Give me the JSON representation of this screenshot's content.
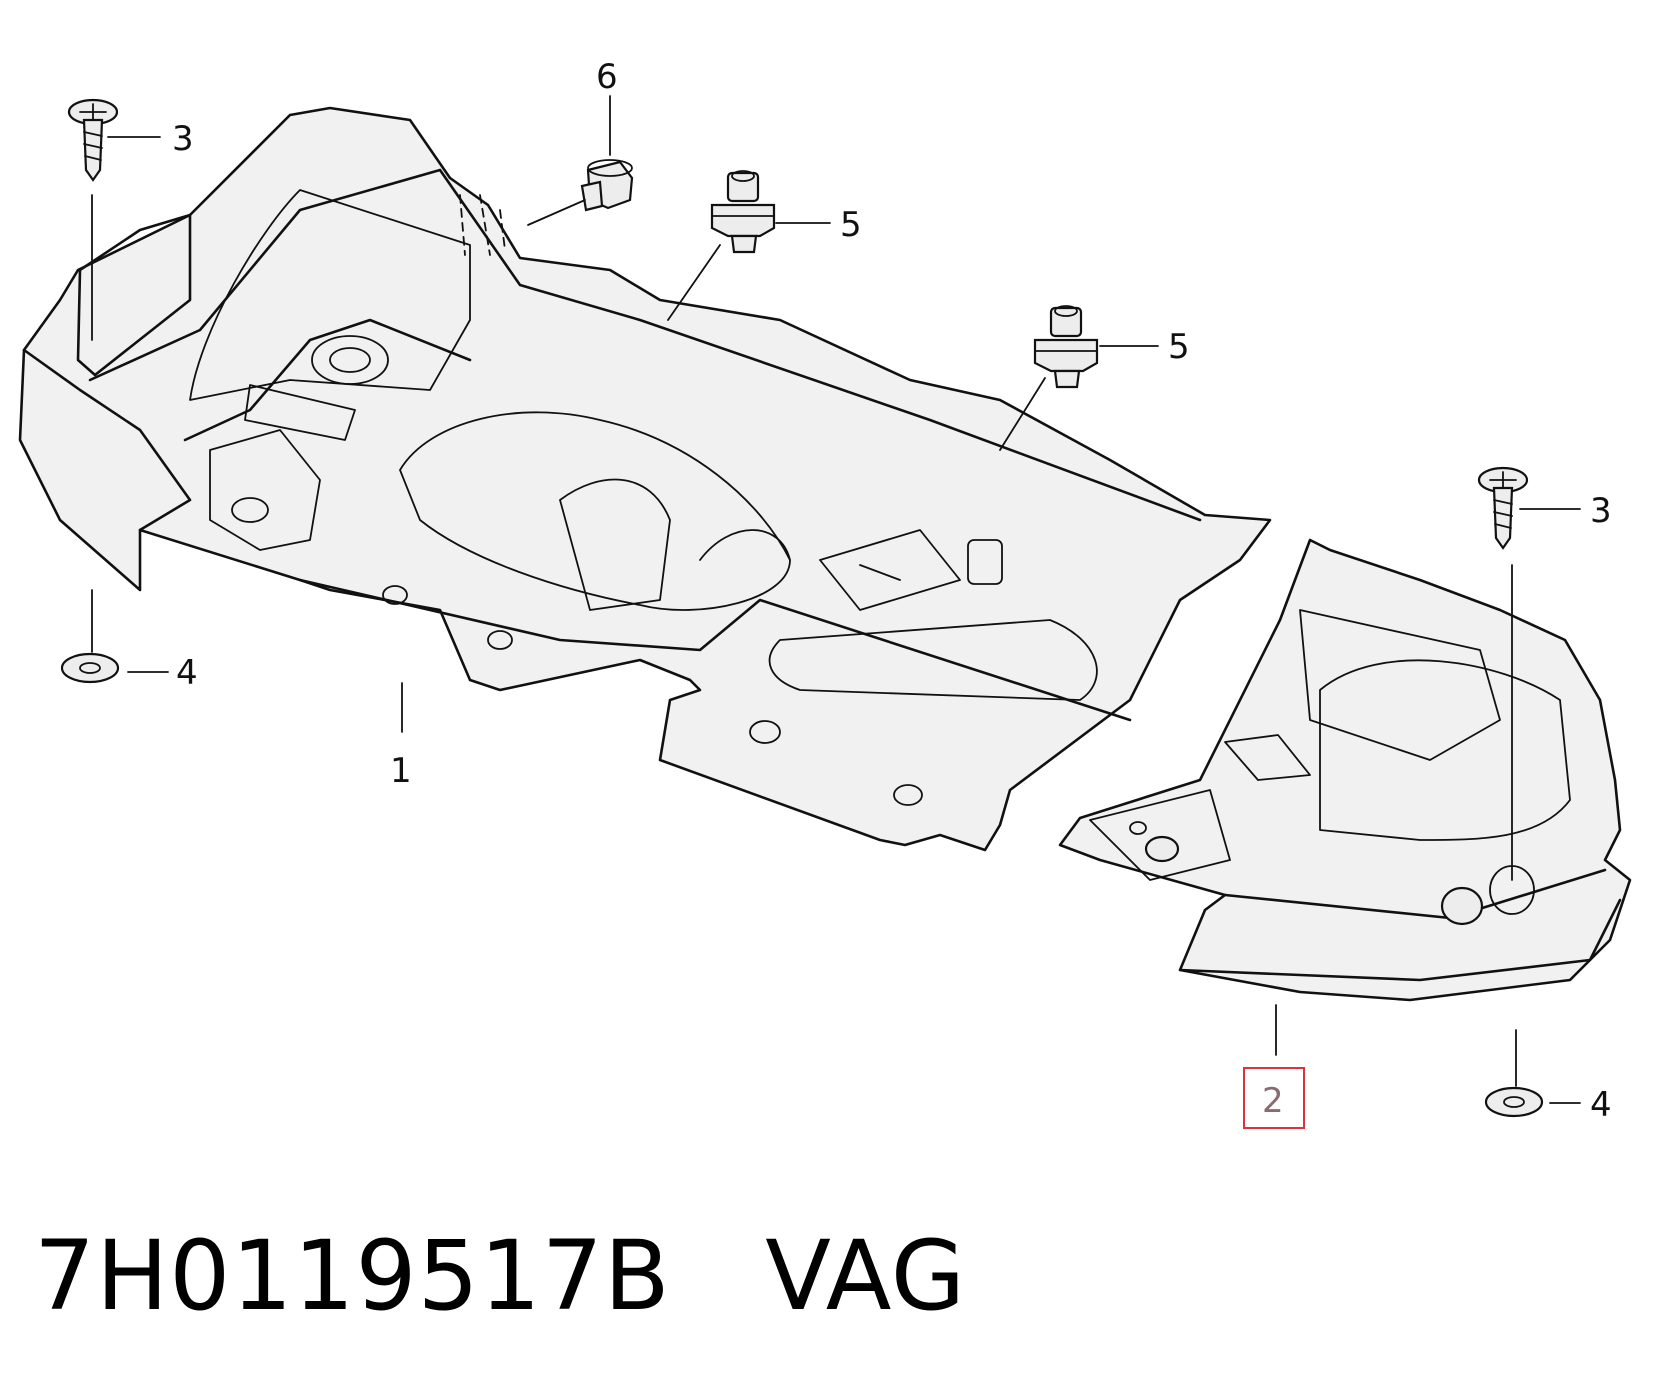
{
  "callouts": {
    "panel_1": "1",
    "panel_2": "2",
    "screw_left": "3",
    "screw_right": "3",
    "nut_left": "4",
    "nut_right": "4",
    "clip_a": "5",
    "clip_b": "5",
    "grommet": "6"
  },
  "footer": {
    "part_number": "7H0119517B",
    "brand": "VAG"
  },
  "colors": {
    "highlight": "#e0323c"
  }
}
